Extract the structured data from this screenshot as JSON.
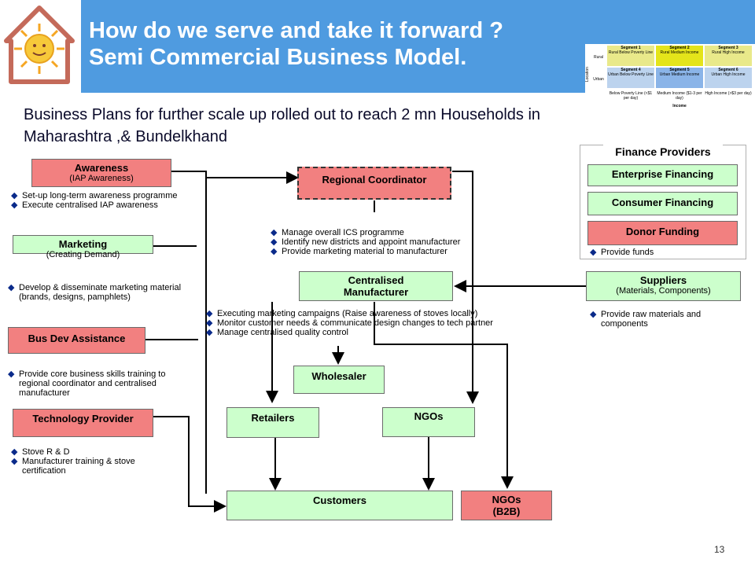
{
  "header": {
    "title_line1": "How do we serve and take it forward ?",
    "title_line2": "Semi Commercial Business Model.",
    "bg_color": "#4f9be0"
  },
  "segments_table": {
    "row_label_title": "Location",
    "rows": [
      "Rural",
      "Urban"
    ],
    "cells": [
      {
        "title": "Segment 1",
        "text": "Rural Below Poverty Line"
      },
      {
        "title": "Segment 2",
        "text": "Rural Medium Income"
      },
      {
        "title": "Segment 3",
        "text": "Rural High Income"
      },
      {
        "title": "Segment 4",
        "text": "Urban Below Poverty Line"
      },
      {
        "title": "Segment 5",
        "text": "Urban Medium Income"
      },
      {
        "title": "Segment 6",
        "text": "Urban High Income"
      }
    ],
    "cols": [
      "Below Poverty Line (<$1 per day)",
      "Medium Income ($1-3 per day)",
      "High Income (>$3 per day)"
    ],
    "col_axis": "Income"
  },
  "subtitle": {
    "line1": "Business Plans for further scale up  rolled out  to reach  2 mn Households in",
    "line2": "Maharashtra ,& Bundelkhand"
  },
  "left_boxes": {
    "awareness": {
      "title": "Awareness",
      "sub": "(IAP Awareness)"
    },
    "marketing": {
      "title": "Marketing",
      "sub": "(Creating Demand)"
    },
    "bus_dev": {
      "title": "Bus Dev Assistance"
    },
    "tech": {
      "title": "Technology Provider"
    }
  },
  "left_bullets": {
    "awareness": [
      "Set-up long-term awareness programme",
      "Execute centralised IAP awareness"
    ],
    "marketing": [
      "Develop & disseminate marketing material (brands, designs, pamphlets)"
    ],
    "bus_dev": [
      "Provide core business skills training to regional coordinator and centralised manufacturer"
    ],
    "tech": [
      "Stove R & D",
      "Manufacturer training & stove certification"
    ]
  },
  "center": {
    "regional": "Regional Coordinator",
    "regional_bullets": [
      "Manage overall ICS programme",
      "Identify new districts and appoint manufacturer",
      "Provide marketing material to manufacturer"
    ],
    "manufacturer_line1": "Centralised",
    "manufacturer_line2": "Manufacturer",
    "manufacturer_bullets": [
      "Executing marketing campaigns (Raise awareness  of stoves locally)",
      "Monitor customer needs & communicate design changes to tech partner",
      "Manage centralised quality control"
    ],
    "wholesaler": "Wholesaler",
    "retailers": "Retailers",
    "ngos": "NGOs",
    "customers": "Customers",
    "ngos_b2b_line1": "NGOs",
    "ngos_b2b_line2": "(B2B)"
  },
  "finance": {
    "title": "Finance Providers",
    "enterprise": "Enterprise Financing",
    "consumer": "Consumer Financing",
    "donor": "Donor Funding",
    "bullets": [
      "Provide funds"
    ]
  },
  "suppliers": {
    "title": "Suppliers",
    "sub": "(Materials, Components)",
    "bullets": [
      "Provide raw materials and components"
    ]
  },
  "page_number": "13"
}
